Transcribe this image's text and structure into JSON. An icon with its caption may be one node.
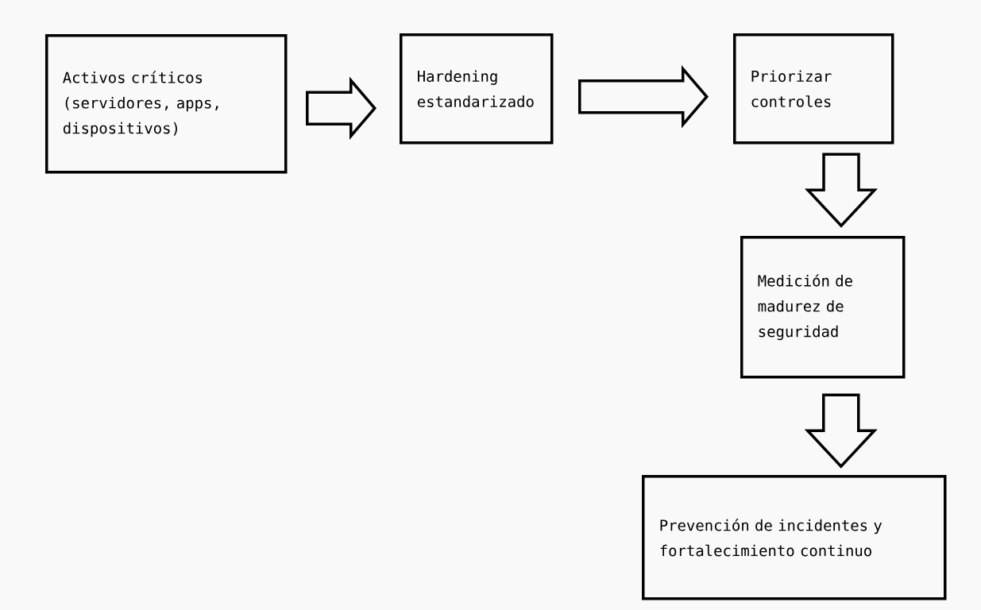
{
  "diagram": {
    "nodes": [
      {
        "text": [
          "Activos críticos (servidores, apps, dispositivos)"
        ]
      },
      {
        "text": [
          "Hardening estandarizado"
        ]
      },
      {
        "text": [
          "Priorizar controles"
        ]
      },
      {
        "text": [
          "Medición de madurez de seguridad"
        ]
      },
      {
        "text": [
          "Prevención de incidentes y fortalecimiento continuo"
        ]
      }
    ],
    "edges": [
      {
        "from": 0,
        "to": 1,
        "arrow": "to"
      },
      {
        "from": 1,
        "to": 2,
        "arrow": "to"
      },
      {
        "from": 2,
        "to": 3,
        "arrow": "to"
      },
      {
        "from": 3,
        "to": 4,
        "arrow": "to"
      }
    ]
  }
}
